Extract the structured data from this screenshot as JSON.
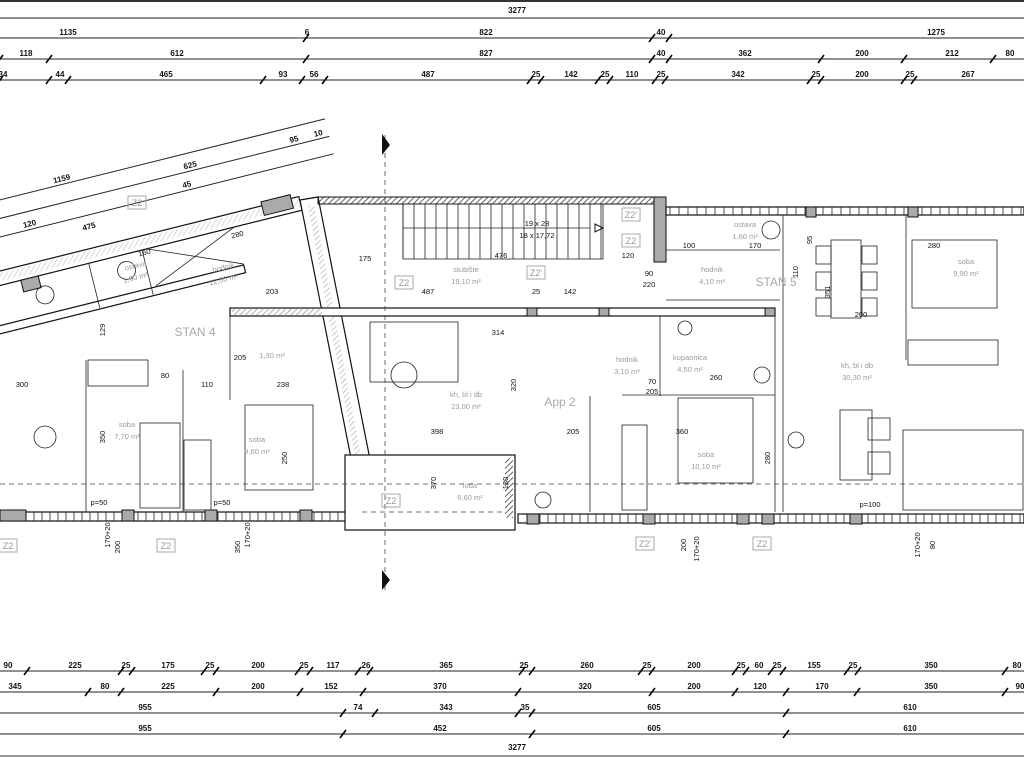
{
  "dimensions": {
    "top_total": "3277",
    "top_row1": [
      "1135",
      "6",
      "822",
      "40",
      "1275"
    ],
    "top_row2": [
      "118",
      "612",
      "827",
      "40",
      "362",
      "200",
      "212",
      "80"
    ],
    "top_row3": [
      "34",
      "44",
      "465",
      "93",
      "56",
      "487",
      "25",
      "142",
      "25",
      "110",
      "25",
      "342",
      "25",
      "200",
      "25",
      "267"
    ],
    "slanted": [
      "1159",
      "625",
      "95",
      "10",
      "120",
      "475",
      "45"
    ],
    "bottom_row1": [
      "90",
      "225",
      "25",
      "175",
      "25",
      "200",
      "25",
      "117",
      "26",
      "365",
      "25",
      "260",
      "25",
      "200",
      "25",
      "60",
      "25",
      "155",
      "25",
      "350",
      "80"
    ],
    "bottom_row2": [
      "345",
      "80",
      "225",
      "200",
      "152",
      "370",
      "320",
      "200",
      "120",
      "170",
      "350",
      "90"
    ],
    "bottom_row3": [
      "955",
      "74",
      "343",
      "35",
      "605",
      "610"
    ],
    "bottom_row4": [
      "955",
      "452",
      "605",
      "610"
    ],
    "bottom_total": "3277"
  },
  "units": [
    "STAN 4",
    "App 2",
    "STAN 5"
  ],
  "rooms": [
    {
      "name": "ostava",
      "area": "1,90 m²"
    },
    {
      "name": "hodnik",
      "area": "12,00 m²"
    },
    {
      "name": "",
      "area": "1,30 m²"
    },
    {
      "name": "soba",
      "area": "7,70 m²"
    },
    {
      "name": "soba",
      "area": "9,60 m²"
    },
    {
      "name": "stubište",
      "area": "19,10 m²"
    },
    {
      "name": "kh, bl i db",
      "area": "23,00 m²"
    },
    {
      "name": "lođa",
      "area": "6,60 m²"
    },
    {
      "name": "hodnik",
      "area": "3,10 m²"
    },
    {
      "name": "kupaonica",
      "area": "4,50 m²"
    },
    {
      "name": "soba",
      "area": "10,10 m²"
    },
    {
      "name": "ostava",
      "area": "1,60 m²"
    },
    {
      "name": "hodnik",
      "area": "4,10 m²"
    },
    {
      "name": "kh, bl i db",
      "area": "30,30 m²"
    },
    {
      "name": "soba",
      "area": "9,90 m²"
    }
  ],
  "inner_dims": [
    "175",
    "476",
    "120",
    "487",
    "142",
    "25",
    "90",
    "220",
    "280",
    "160",
    "203",
    "129",
    "300",
    "350",
    "250",
    "238",
    "110",
    "205",
    "80",
    "398",
    "205",
    "360",
    "280",
    "370",
    "130",
    "351",
    "200",
    "280",
    "95",
    "110",
    "170",
    "100",
    "314",
    "320",
    "260",
    "70",
    "205",
    "19 x 28",
    "18 x 17,72",
    "170+20",
    "200",
    "170+20",
    "350",
    "170+20",
    "80",
    "200",
    "170+20",
    "p=50",
    "p=50",
    "p=100"
  ],
  "tags": [
    "Z2",
    "Z2",
    "Z2'",
    "Z2'",
    "Z2",
    "Z2",
    "Z2",
    "Z2",
    "Z2'",
    "Z2"
  ]
}
